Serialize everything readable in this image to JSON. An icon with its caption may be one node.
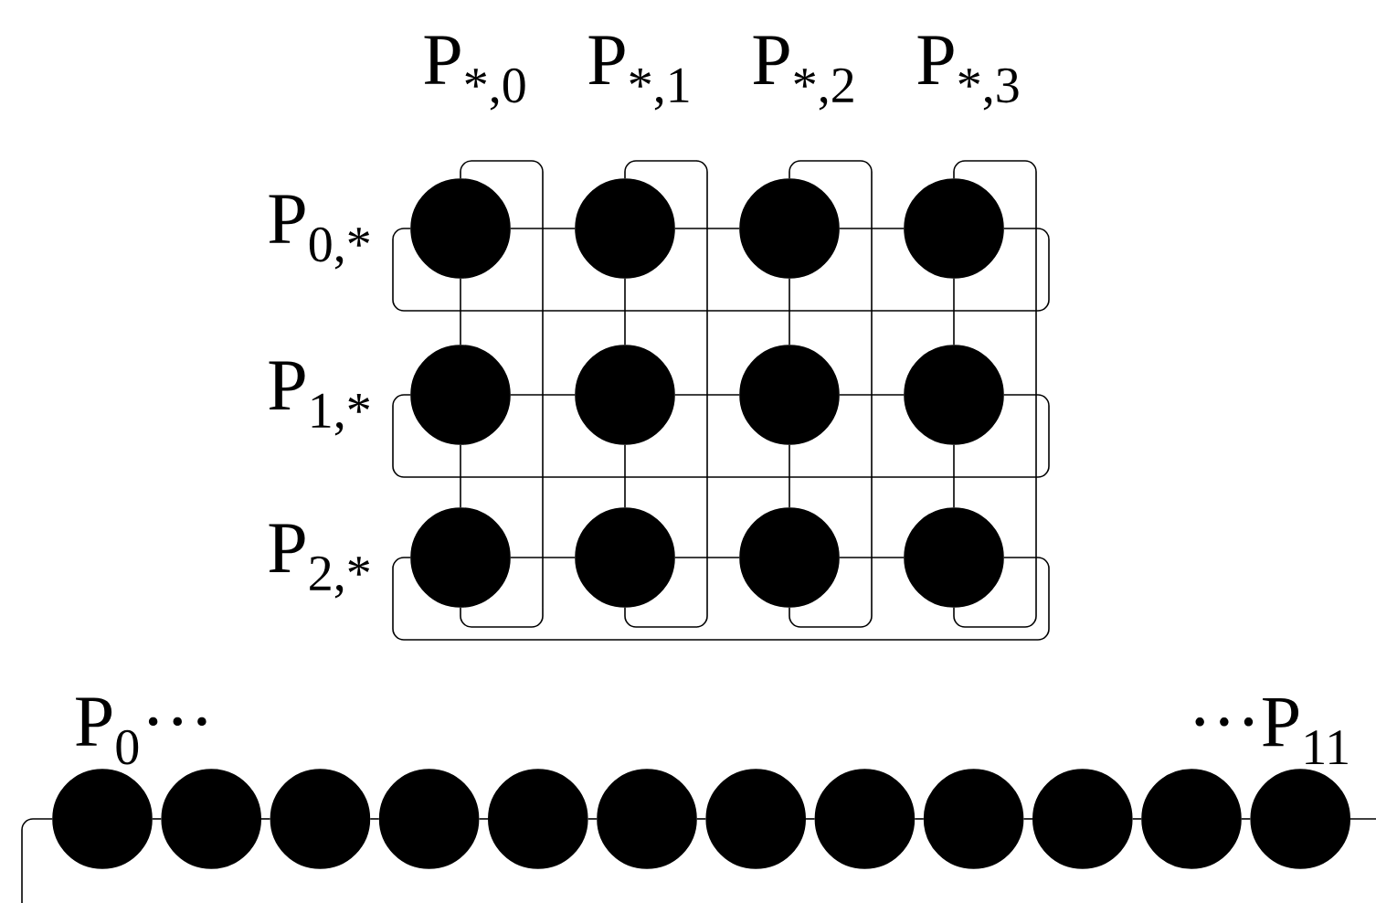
{
  "diagram": {
    "nodes": [
      {
        "text": [],
        "shape": "circle"
      },
      {
        "text": [],
        "shape": "circle"
      },
      {
        "text": [],
        "shape": "circle"
      },
      {
        "text": [],
        "shape": "circle"
      },
      {
        "text": [],
        "shape": "circle"
      },
      {
        "text": [],
        "shape": "circle"
      },
      {
        "text": [],
        "shape": "circle"
      },
      {
        "text": [],
        "shape": "circle"
      },
      {
        "text": [],
        "shape": "circle"
      },
      {
        "text": [],
        "shape": "circle"
      },
      {
        "text": [],
        "shape": "circle"
      },
      {
        "text": [],
        "shape": "circle"
      },
      {
        "text": [],
        "shape": "circle"
      },
      {
        "text": [],
        "shape": "circle"
      },
      {
        "text": [],
        "shape": "circle"
      },
      {
        "text": [],
        "shape": "circle"
      },
      {
        "text": [],
        "shape": "circle"
      },
      {
        "text": [],
        "shape": "circle"
      },
      {
        "text": [],
        "shape": "circle"
      },
      {
        "text": [],
        "shape": "circle"
      },
      {
        "text": [],
        "shape": "circle"
      },
      {
        "text": [],
        "shape": "circle"
      },
      {
        "text": [],
        "shape": "circle"
      },
      {
        "text": [],
        "shape": "circle"
      }
    ],
    "edges": [
      {
        "from": 0,
        "to": 1,
        "arrow": "none"
      },
      {
        "from": 1,
        "to": 2,
        "arrow": "none"
      },
      {
        "from": 2,
        "to": 3,
        "arrow": "none"
      },
      {
        "from": 3,
        "to": 0,
        "arrow": "none"
      },
      {
        "from": 4,
        "to": 5,
        "arrow": "none"
      },
      {
        "from": 5,
        "to": 6,
        "arrow": "none"
      },
      {
        "from": 6,
        "to": 7,
        "arrow": "none"
      },
      {
        "from": 7,
        "to": 4,
        "arrow": "none"
      },
      {
        "from": 8,
        "to": 9,
        "arrow": "none"
      },
      {
        "from": 9,
        "to": 10,
        "arrow": "none"
      },
      {
        "from": 10,
        "to": 11,
        "arrow": "none"
      },
      {
        "from": 11,
        "to": 8,
        "arrow": "none"
      },
      {
        "from": 0,
        "to": 4,
        "arrow": "none"
      },
      {
        "from": 4,
        "to": 8,
        "arrow": "none"
      },
      {
        "from": 8,
        "to": 0,
        "arrow": "none"
      },
      {
        "from": 1,
        "to": 5,
        "arrow": "none"
      },
      {
        "from": 5,
        "to": 9,
        "arrow": "none"
      },
      {
        "from": 9,
        "to": 1,
        "arrow": "none"
      },
      {
        "from": 2,
        "to": 6,
        "arrow": "none"
      },
      {
        "from": 6,
        "to": 10,
        "arrow": "none"
      },
      {
        "from": 10,
        "to": 2,
        "arrow": "none"
      },
      {
        "from": 3,
        "to": 7,
        "arrow": "none"
      },
      {
        "from": 7,
        "to": 11,
        "arrow": "none"
      },
      {
        "from": 11,
        "to": 3,
        "arrow": "none"
      },
      {
        "from": 12,
        "to": 13,
        "arrow": "none"
      },
      {
        "from": 13,
        "to": 14,
        "arrow": "none"
      },
      {
        "from": 14,
        "to": 15,
        "arrow": "none"
      },
      {
        "from": 15,
        "to": 16,
        "arrow": "none"
      },
      {
        "from": 16,
        "to": 17,
        "arrow": "none"
      },
      {
        "from": 17,
        "to": 18,
        "arrow": "none"
      },
      {
        "from": 18,
        "to": 19,
        "arrow": "none"
      },
      {
        "from": 19,
        "to": 20,
        "arrow": "none"
      },
      {
        "from": 20,
        "to": 21,
        "arrow": "none"
      },
      {
        "from": 21,
        "to": 22,
        "arrow": "none"
      },
      {
        "from": 22,
        "to": 23,
        "arrow": "none"
      },
      {
        "from": 23,
        "to": 12,
        "arrow": "none"
      }
    ],
    "labels": [
      "P$_{*,0}$",
      "P$_{*,1}$",
      "P$_{*,2}$",
      "P$_{*,3}$",
      "P$_{0,*}$",
      "P$_{1,*}$",
      "P$_{2,*}$",
      "P$_{0}$···",
      "···P$_{11}$"
    ]
  }
}
